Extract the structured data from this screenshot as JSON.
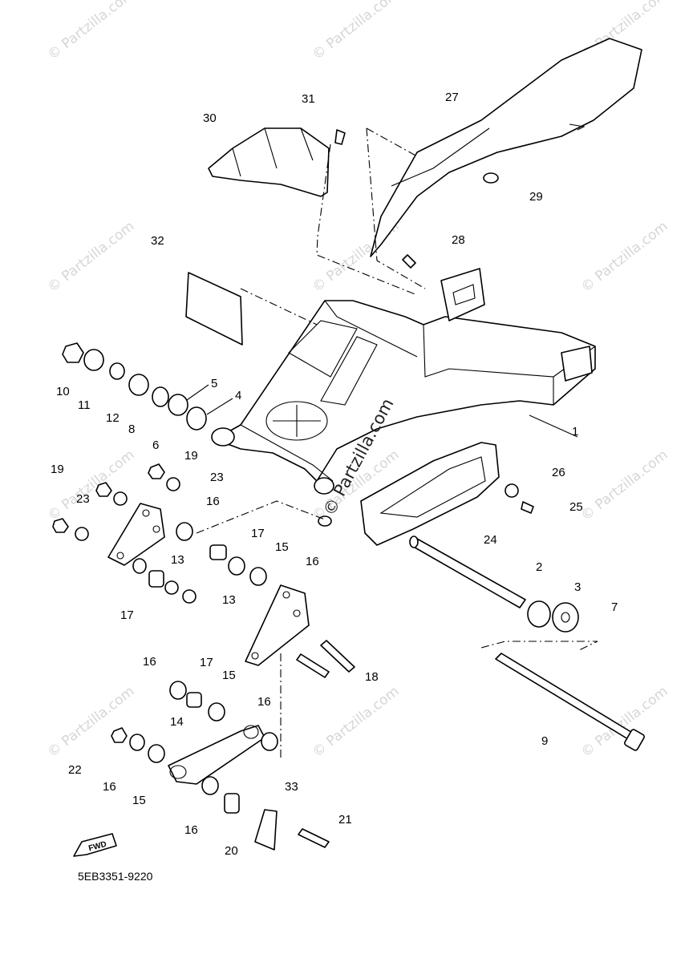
{
  "diagram": {
    "diagram_code": "5EB3351-9220",
    "fwd_label": "FWD",
    "watermark_text": "© Partzilla.com",
    "watermark_center_text": "© Partzilla.com",
    "callouts": [
      "1",
      "2",
      "3",
      "4",
      "5",
      "6",
      "7",
      "8",
      "9",
      "10",
      "11",
      "12",
      "13",
      "13",
      "14",
      "15",
      "15",
      "15",
      "16",
      "16",
      "16",
      "16",
      "16",
      "16",
      "17",
      "17",
      "17",
      "18",
      "19",
      "19",
      "20",
      "21",
      "22",
      "23",
      "23",
      "24",
      "25",
      "26",
      "27",
      "28",
      "29",
      "30",
      "31",
      "32",
      "33"
    ]
  }
}
